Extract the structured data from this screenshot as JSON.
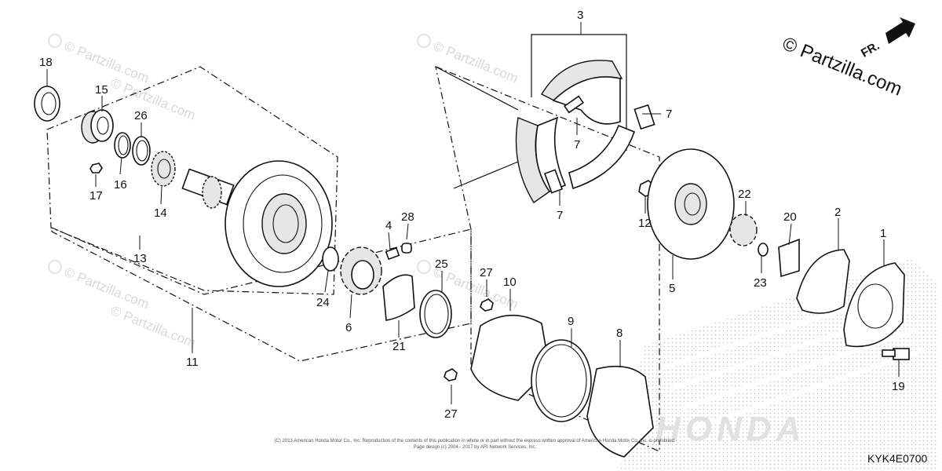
{
  "copyright_mark": "© Partzilla.com",
  "watermark_text": "© Partzilla.com",
  "direction_label": "FR.",
  "diagram_code": "KYK4E0700",
  "legal_line_1": "(C) 2013 American Honda Motor Co., Inc. Reproduction of the contents of this publication in whole or in part without the express written approval of American Honda Motor Co. Inc. is prohibited.",
  "legal_line_2": "Page design (c) 2004 - 2017 by ARI Network Services, Inc.",
  "brand_watermark": "HONDA",
  "callouts": {
    "p1": "1",
    "p2": "2",
    "p3": "3",
    "p4": "4",
    "p5": "5",
    "p6": "6",
    "p7a": "7",
    "p7b": "7",
    "p7c": "7",
    "p8": "8",
    "p9": "9",
    "p10": "10",
    "p11": "11",
    "p12": "12",
    "p13": "13",
    "p14": "14",
    "p15": "15",
    "p16": "16",
    "p17": "17",
    "p18": "18",
    "p19": "19",
    "p20": "20",
    "p21": "21",
    "p22": "22",
    "p23": "23",
    "p24": "24",
    "p25": "25",
    "p26": "26",
    "p27a": "27",
    "p27b": "27",
    "p28": "28"
  },
  "colors": {
    "line": "#111111",
    "watermark": "#d9d9d9",
    "background": "#ffffff"
  }
}
